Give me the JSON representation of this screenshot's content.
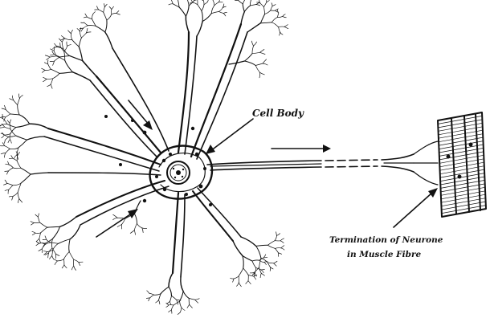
{
  "labels": {
    "cell_body": "Cell Body",
    "termination_line1": "Termination of Neurone",
    "termination_line2": "in Muscle Fibre"
  },
  "colors": {
    "ink": "#111111",
    "background": "#ffffff"
  }
}
